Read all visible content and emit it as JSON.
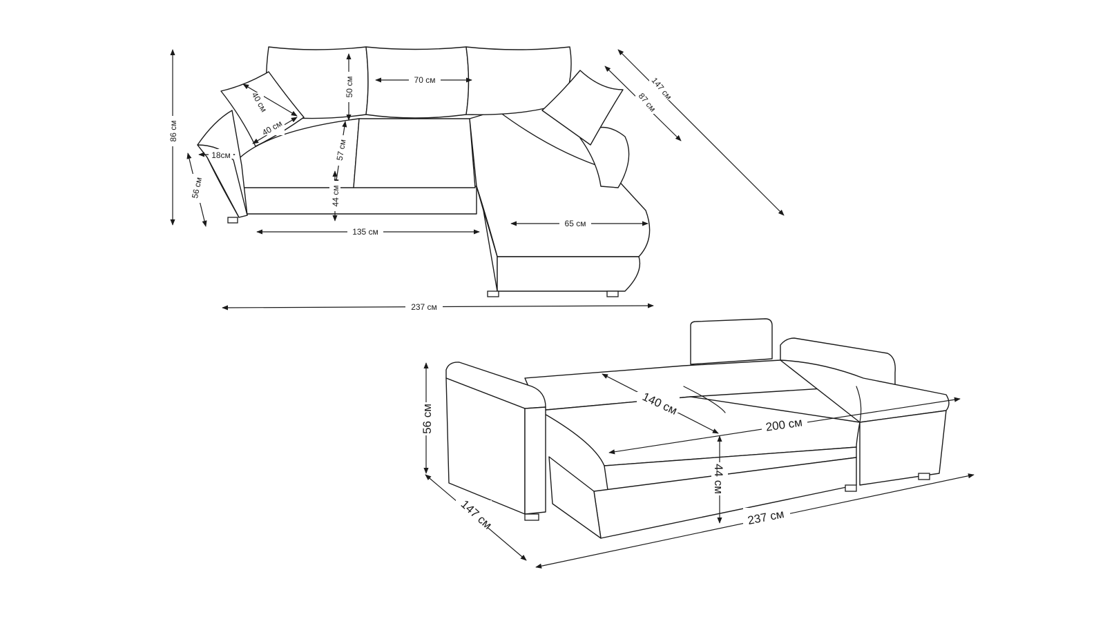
{
  "sofa_view": {
    "height_total": "86 см",
    "arm_height": "56 см",
    "arm_width": "18см",
    "pillow_side": "40 см",
    "pillow_diag": "40 см",
    "back_cushion_height": "50 см",
    "back_cushion_width": "70 см",
    "back_height": "57 см",
    "seat_height": "44 см",
    "seat_width": "135 см",
    "chaise_width": "65 см",
    "depth_chaise": "147 см",
    "depth_seat": "87 см",
    "length_total": "237 см"
  },
  "bed_view": {
    "arm_height": "56 см",
    "depth": "147 см",
    "bed_width": "140 см",
    "bed_length": "200 см",
    "bed_height": "44 см",
    "length_total": "237 см"
  }
}
